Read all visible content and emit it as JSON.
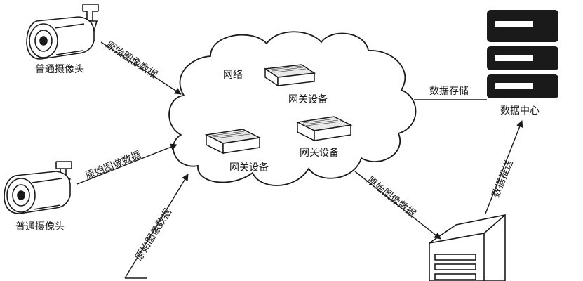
{
  "nodes": {
    "camera_top": {
      "label": "普通摄像头",
      "icon": "security-camera-icon"
    },
    "camera_mid": {
      "label": "普通摄像头",
      "icon": "security-camera-icon"
    },
    "network": {
      "label": "网络",
      "icon": "cloud-icon"
    },
    "gateway_top": {
      "label": "网关设备",
      "icon": "router-icon"
    },
    "gateway_left": {
      "label": "网关设备",
      "icon": "router-icon"
    },
    "gateway_right": {
      "label": "网关设备",
      "icon": "router-icon"
    },
    "data_center": {
      "label": "数据中心",
      "icon": "server-rack-icon"
    },
    "server": {
      "icon": "server-tower-icon"
    }
  },
  "edges": {
    "cam_top_to_net": "原始图像数据",
    "cam_mid_to_net": "原始图像数据",
    "bottom_to_net": "原始图像数据",
    "net_to_server": "原始图像数据",
    "storage": "数据存储",
    "push": "数据推送"
  },
  "colors": {
    "stroke": "#1a1a1a",
    "background": "#ffffff"
  }
}
